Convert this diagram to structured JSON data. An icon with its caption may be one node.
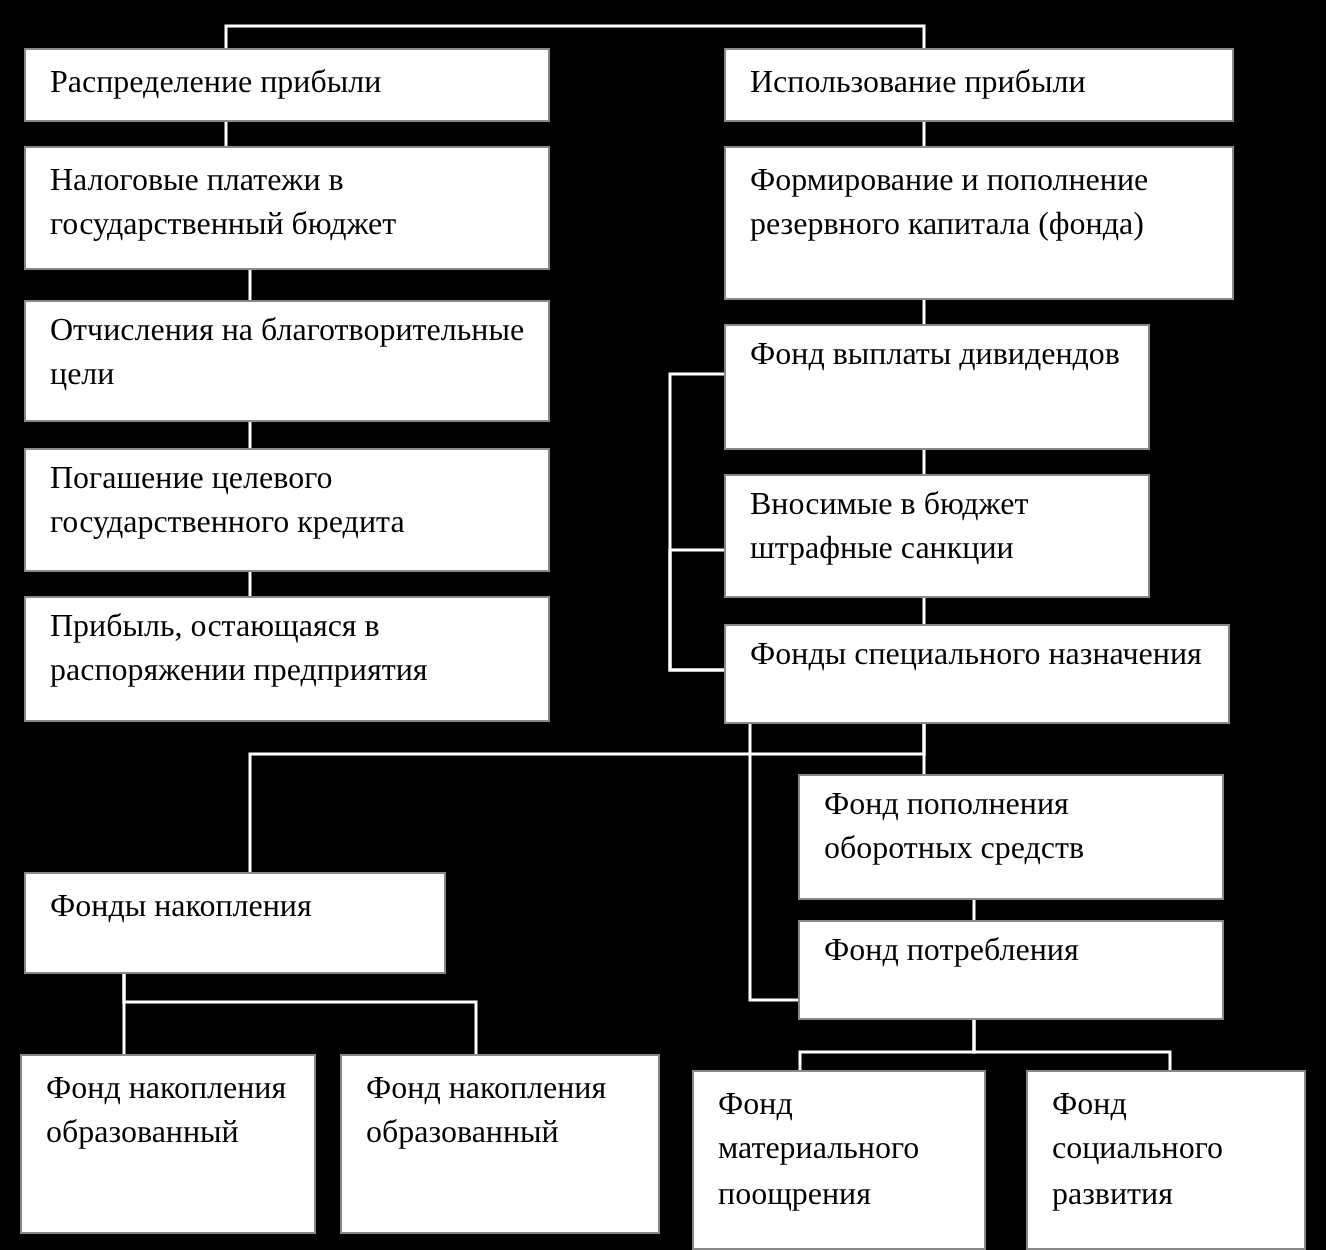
{
  "diagram": {
    "nodes": [
      {
        "text": [
          "Распределение прибыли"
        ]
      },
      {
        "text": [
          "Использование прибыли"
        ]
      },
      {
        "text": [
          "Налоговые платежи в государственный бюджет"
        ]
      },
      {
        "text": [
          "Отчисления на благотворительные цели"
        ]
      },
      {
        "text": [
          "Погашение целевого государственного кредита"
        ]
      },
      {
        "text": [
          "Прибыль, остающаяся в распоряжении предприятия"
        ]
      },
      {
        "text": [
          "Формирование и пополнение резервного капитала  (фонда)"
        ]
      },
      {
        "text": [
          "Фонд выплаты дивидендов"
        ]
      },
      {
        "text": [
          "Вносимые в бюджет штрафные санкции"
        ]
      },
      {
        "text": [
          "Фонды специального назначения"
        ]
      },
      {
        "text": [
          "Фонд пополнения оборотных средств"
        ]
      },
      {
        "text": [
          "Фонды накопления"
        ]
      },
      {
        "text": [
          "Фонд потребления"
        ]
      },
      {
        "text": [
          "Фонд накопления образованный"
        ]
      },
      {
        "text": [
          "Фонд накопления образованный"
        ]
      },
      {
        "text": [
          "Фонд материального поощрения"
        ]
      },
      {
        "text": [
          "Фонд социального развития"
        ]
      }
    ],
    "edges": [
      {
        "from": 0,
        "to": 1,
        "arrow": "none"
      },
      {
        "from": 0,
        "to": 2,
        "arrow": "none"
      },
      {
        "from": 2,
        "to": 3,
        "arrow": "none"
      },
      {
        "from": 3,
        "to": 4,
        "arrow": "none"
      },
      {
        "from": 4,
        "to": 5,
        "arrow": "none"
      },
      {
        "from": 1,
        "to": 6,
        "arrow": "none"
      },
      {
        "from": 6,
        "to": 7,
        "arrow": "none"
      },
      {
        "from": 7,
        "to": 8,
        "arrow": "none"
      },
      {
        "from": 8,
        "to": 9,
        "arrow": "none"
      },
      {
        "from": 7,
        "to": 9,
        "arrow": "none"
      },
      {
        "from": 8,
        "to": 9,
        "arrow": "none"
      },
      {
        "from": 9,
        "to": 10,
        "arrow": "none"
      },
      {
        "from": 9,
        "to": 11,
        "arrow": "none"
      },
      {
        "from": 9,
        "to": 12,
        "arrow": "none"
      },
      {
        "from": 10,
        "to": 12,
        "arrow": "none"
      },
      {
        "from": 11,
        "to": 13,
        "arrow": "none"
      },
      {
        "from": 11,
        "to": 14,
        "arrow": "none"
      },
      {
        "from": 12,
        "to": 15,
        "arrow": "none"
      },
      {
        "from": 12,
        "to": 16,
        "arrow": "none"
      }
    ]
  }
}
